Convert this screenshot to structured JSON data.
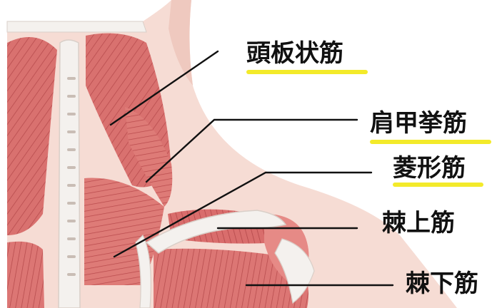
{
  "labels": [
    {
      "id": "splenius-capitis",
      "text": "頭板状筋",
      "highlighted": true
    },
    {
      "id": "levator-scapulae",
      "text": "肩甲挙筋",
      "highlighted": true
    },
    {
      "id": "rhomboid",
      "text": "菱形筋",
      "highlighted": true
    },
    {
      "id": "supraspinatus",
      "text": "棘上筋",
      "highlighted": false
    },
    {
      "id": "infraspinatus",
      "text": "棘下筋",
      "highlighted": false
    }
  ],
  "colors": {
    "highlight": "#f3ea2a",
    "leader_line": "#111111",
    "muscle": "#d9716f",
    "muscle_dark": "#b94a4c",
    "skin": "#f6dcd4",
    "bone": "#f4f1ee"
  }
}
